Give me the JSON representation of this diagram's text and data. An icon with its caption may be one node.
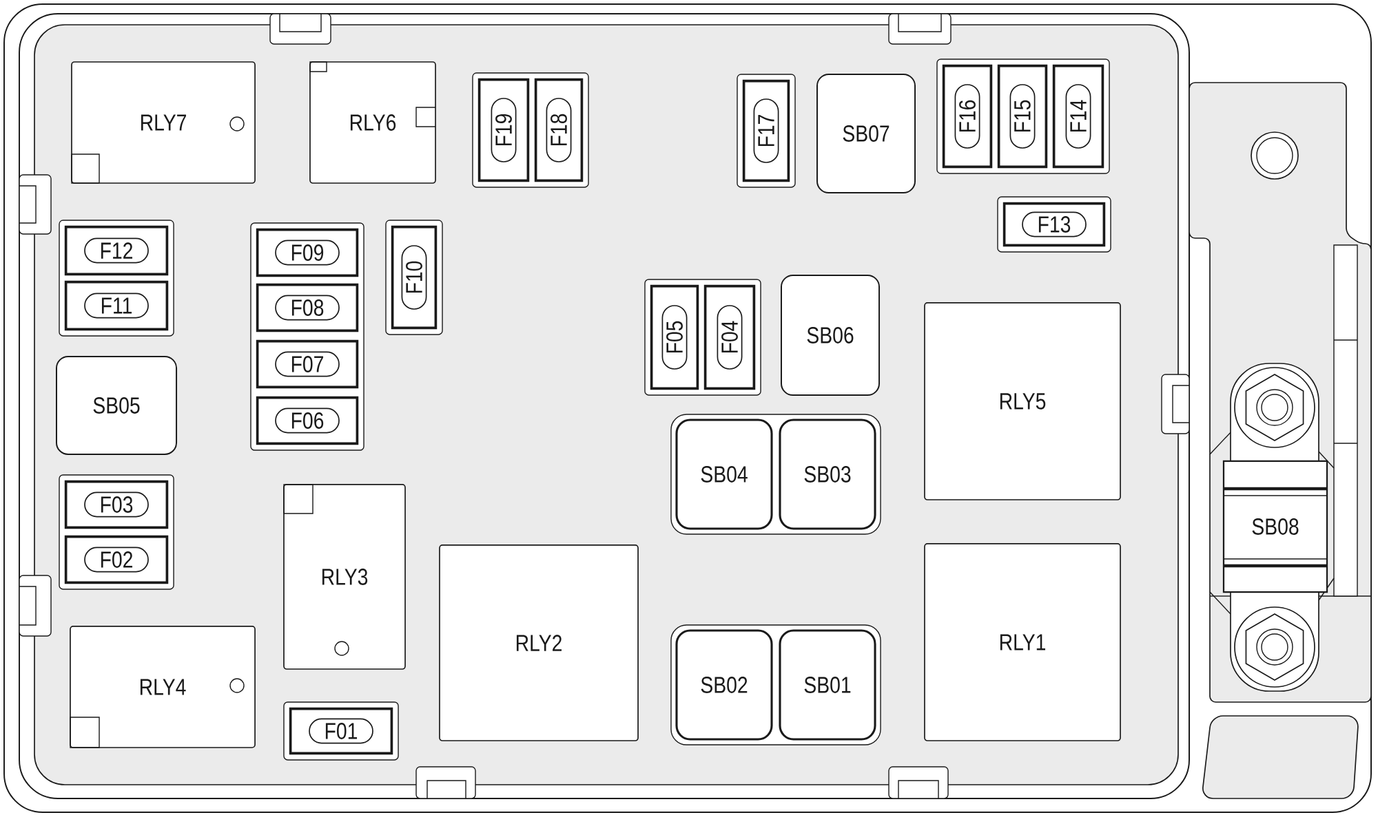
{
  "diagram": {
    "nodes": [
      {
        "text": [
          "RLY7"
        ]
      },
      {
        "text": [
          "RLY6"
        ]
      },
      {
        "text": [],
        "shape": "box"
      },
      {
        "text": [
          "F19"
        ],
        "in": 2
      },
      {
        "text": [
          "F18"
        ],
        "in": 2
      },
      {
        "text": [],
        "shape": "box"
      },
      {
        "text": [
          "F17"
        ],
        "in": 5
      },
      {
        "text": [
          "SB07"
        ]
      },
      {
        "text": [],
        "shape": "box"
      },
      {
        "text": [
          "F16"
        ],
        "in": 8
      },
      {
        "text": [
          "F15"
        ],
        "in": 8
      },
      {
        "text": [
          "F14"
        ],
        "in": 8
      },
      {
        "text": [],
        "shape": "box"
      },
      {
        "text": [
          "F13"
        ],
        "in": 12
      },
      {
        "text": [],
        "shape": "box"
      },
      {
        "text": [
          "F12"
        ],
        "in": 14
      },
      {
        "text": [
          "F11"
        ],
        "in": 14
      },
      {
        "text": [],
        "shape": "box"
      },
      {
        "text": [
          "F09"
        ],
        "in": 17
      },
      {
        "text": [
          "F08"
        ],
        "in": 17
      },
      {
        "text": [
          "F07"
        ],
        "in": 17
      },
      {
        "text": [
          "F06"
        ],
        "in": 17
      },
      {
        "text": [],
        "shape": "box"
      },
      {
        "text": [
          "F10"
        ],
        "in": 22
      },
      {
        "text": [],
        "shape": "box"
      },
      {
        "text": [
          "F05"
        ],
        "in": 24
      },
      {
        "text": [
          "F04"
        ],
        "in": 24
      },
      {
        "text": [
          "SB06"
        ]
      },
      {
        "text": [
          "RLY5"
        ]
      },
      {
        "text": [
          "SB05"
        ]
      },
      {
        "text": [],
        "shape": "box"
      },
      {
        "text": [
          "SB04"
        ],
        "in": 30
      },
      {
        "text": [
          "SB03"
        ],
        "in": 30
      },
      {
        "text": [
          "SB08"
        ]
      },
      {
        "text": [],
        "shape": "box"
      },
      {
        "text": [
          "F03"
        ],
        "in": 34
      },
      {
        "text": [
          "F02"
        ],
        "in": 34
      },
      {
        "text": [
          "RLY3"
        ]
      },
      {
        "text": [
          "RLY2"
        ]
      },
      {
        "text": [
          "RLY1"
        ]
      },
      {
        "text": [
          "RLY4"
        ]
      },
      {
        "text": [],
        "shape": "box"
      },
      {
        "text": [
          "SB02"
        ],
        "in": 41
      },
      {
        "text": [
          "SB01"
        ],
        "in": 41
      },
      {
        "text": [],
        "shape": "box"
      },
      {
        "text": [
          "F01"
        ],
        "in": 44
      }
    ]
  }
}
